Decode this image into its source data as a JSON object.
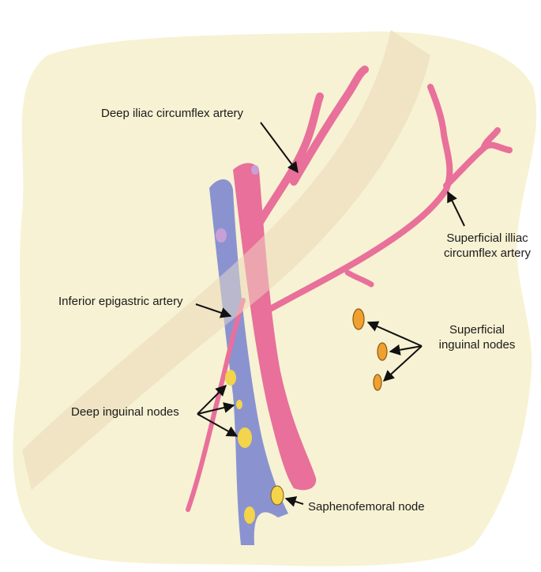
{
  "labels": {
    "deep_iliac_circumflex_artery": "Deep iliac circumflex artery",
    "superficial_iliac_circumflex_artery_line1": "Superficial illiac",
    "superficial_iliac_circumflex_artery_line2": "circumflex artery",
    "inferior_epigastric_artery": "Inferior epigastric artery",
    "superficial_inguinal_nodes_line1": "Superficial",
    "superficial_inguinal_nodes_line2": "inguinal nodes",
    "deep_inguinal_nodes": "Deep inguinal nodes",
    "saphenofemoral_node": "Saphenofemoral node"
  },
  "colors": {
    "background_tissue": "#f7f2d3",
    "ligament_band": "#ede0c0",
    "artery": "#e8709a",
    "vein": "#8a93d0",
    "deep_node": "#f3d44a",
    "superficial_node": "#f0a030",
    "node_outline": "#8a5a10",
    "arrow": "#111111",
    "text": "#1a1a1a"
  }
}
